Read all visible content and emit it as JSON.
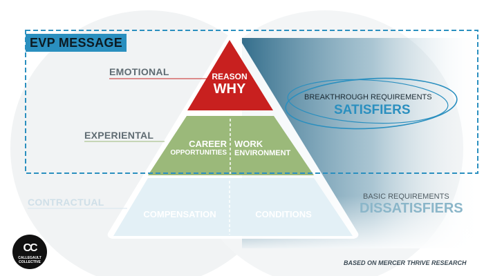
{
  "evp_tag": "EVP MESSAGE",
  "levels": {
    "emotional": "EMOTIONAL",
    "experiental": "EXPERIENTAL",
    "contractual": "CONTRACTUAL"
  },
  "pyramid": {
    "top_line1": "REASON",
    "top_line2": "WHY",
    "mid_left_line1": "CAREER",
    "mid_left_line2": "OPPORTUNITIES",
    "mid_right_line1": "WORK",
    "mid_right_line2": "ENVIRONMENT",
    "base_left": "COMPENSATION",
    "base_right": "CONDITIONS"
  },
  "satisfiers": {
    "caption": "BREAKTHROUGH REQUIREMENTS",
    "title": "SATISFIERS"
  },
  "dissatisfiers": {
    "caption": "BASIC REQUIREMENTS",
    "title": "DISSATISFIERS"
  },
  "logo": {
    "mark": "CC",
    "line1": "CALLEGAULT",
    "line2": "COLLECTIVE"
  },
  "source": "BASED ON MERCER THRIVE RESEARCH",
  "colors": {
    "red": "#c8201f",
    "green": "#9bb97a",
    "base": "#e3f0f6",
    "accent": "#2a8fbf"
  }
}
